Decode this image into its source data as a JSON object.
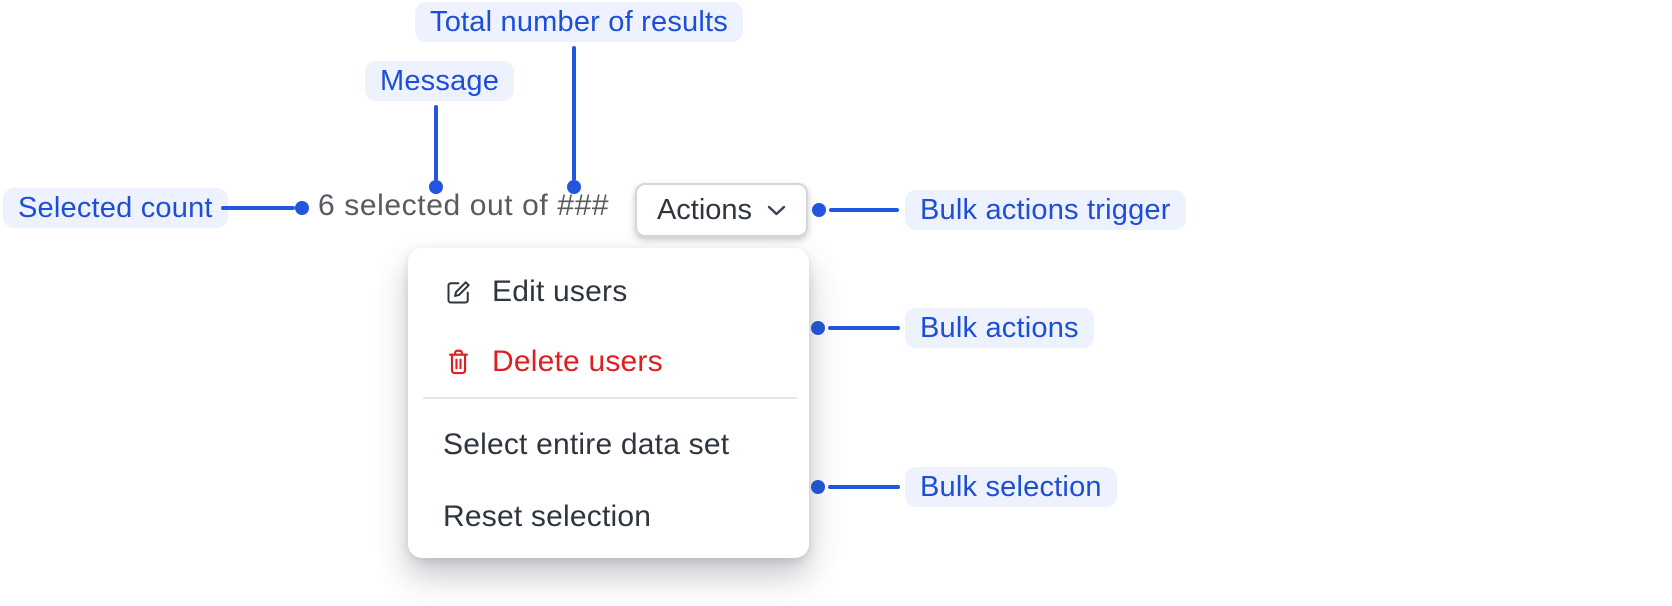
{
  "ui": {
    "selection_bar": {
      "message": "6 selected out of ###",
      "actions_button": "Actions"
    },
    "menu": {
      "items": [
        {
          "label": "Edit users",
          "icon": "edit-icon"
        },
        {
          "label": "Delete users",
          "icon": "trash-icon",
          "danger": true
        },
        {
          "label": "Select entire data set",
          "icon": null
        },
        {
          "label": "Reset selection",
          "icon": null
        }
      ]
    }
  },
  "annotations": {
    "total_results": "Total number of results",
    "message": "Message",
    "selected_count": "Selected count",
    "bulk_actions_trigger": "Bulk actions trigger",
    "bulk_actions": "Bulk actions",
    "bulk_selection": "Bulk selection"
  },
  "colors": {
    "annotation_text": "#1d4ed8",
    "annotation_bg": "#edf2fe",
    "connector": "#2156dd",
    "message_text": "#585a61",
    "menu_text": "#2f353e",
    "danger": "#e01e1e",
    "button_border": "#d3d6da",
    "divider": "#e6e8eb"
  }
}
